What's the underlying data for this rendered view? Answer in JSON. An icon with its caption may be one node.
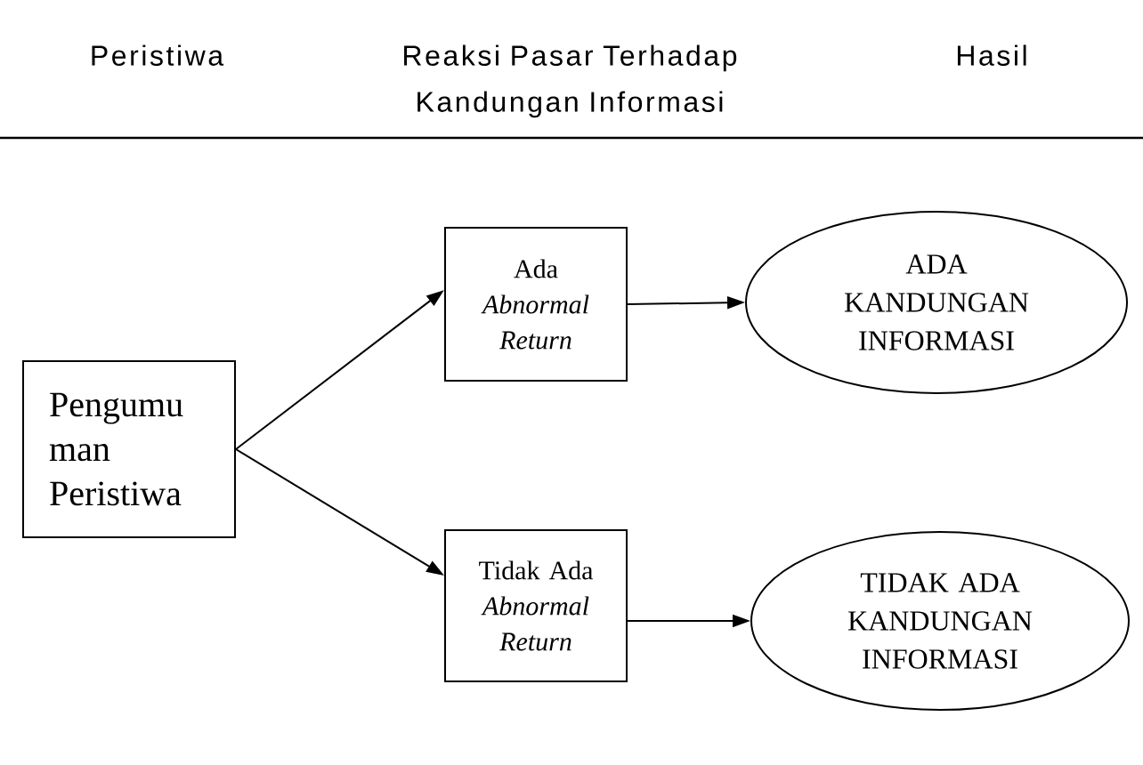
{
  "diagram": {
    "nodes": [
      {
        "text": [
          "Pengumu man Peristiwa"
        ]
      },
      {
        "text": [
          "Ada *Abnormal Return*"
        ]
      },
      {
        "text": [
          "Tidak Ada *Abnormal Return*"
        ]
      },
      {
        "text": [
          "ADA KANDUNGAN INFORMASI"
        ]
      },
      {
        "text": [
          "TIDAK ADA KANDUNGAN INFORMASI"
        ]
      }
    ],
    "edges": [
      {
        "from": 0,
        "to": 1,
        "arrow": "to"
      },
      {
        "from": 0,
        "to": 2,
        "arrow": "to"
      },
      {
        "from": 1,
        "to": 3,
        "arrow": "to"
      },
      {
        "from": 2,
        "to": 4,
        "arrow": "to"
      }
    ],
    "labels": [
      "Peristiwa",
      "Reaksi Pasar Terhadap Kandungan Informasi",
      "Hasil"
    ]
  }
}
